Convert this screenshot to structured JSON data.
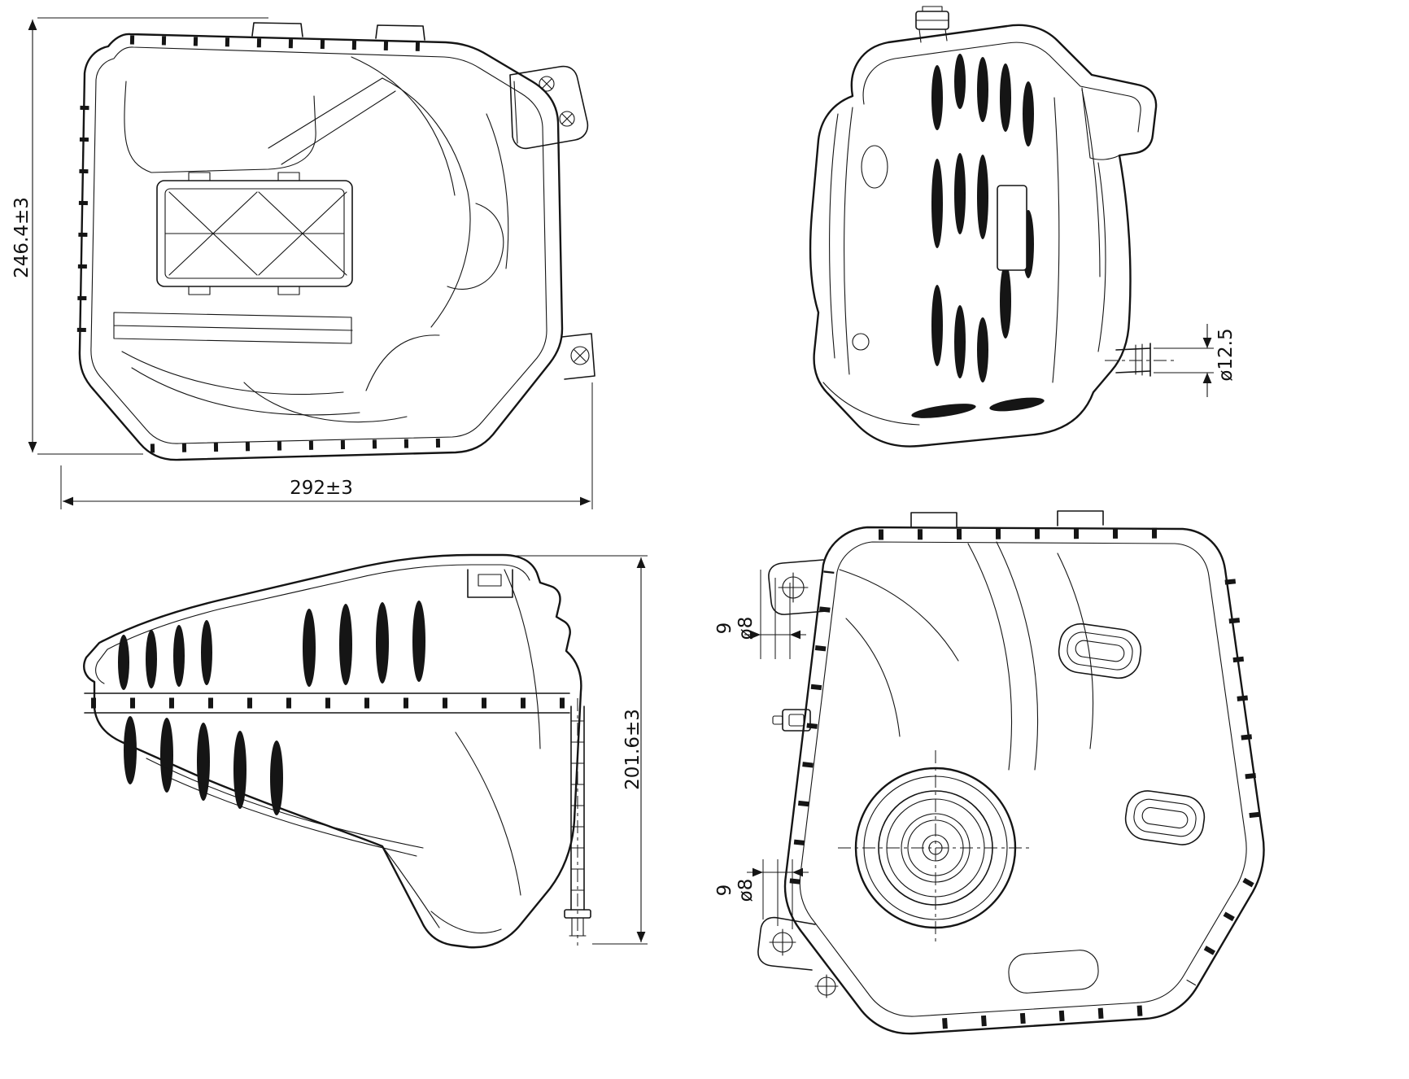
{
  "page": {
    "background": "#ffffff",
    "line_color": "#151515",
    "kind": "technical-orthographic-drawing",
    "subject": "expansion-tank"
  },
  "views": {
    "front": "front-view",
    "right_side": "right-side-view",
    "left_side": "left-side-view",
    "top": "top-view"
  },
  "dimensions": {
    "front_height": "246.4±3",
    "front_width": "292±3",
    "port_diameter": "ø12.5",
    "side_height": "201.6±3",
    "top_hole_offset_upper": "9",
    "top_hole_diameter_upper": "ø8",
    "top_hole_offset_lower": "9",
    "top_hole_diameter_lower": "ø8"
  }
}
